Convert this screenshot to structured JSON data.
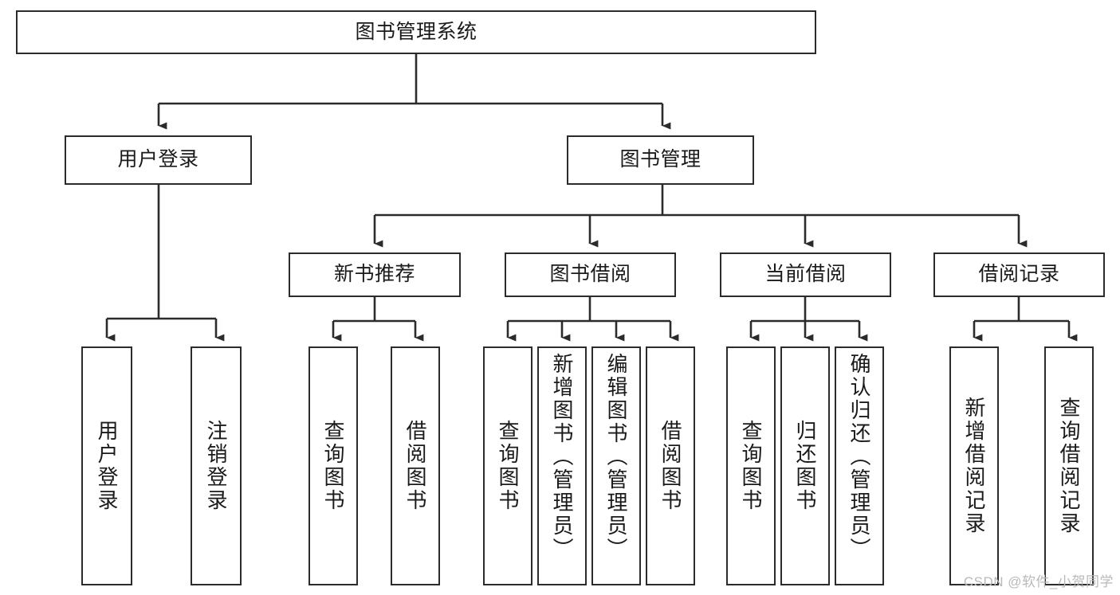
{
  "diagram": {
    "type": "tree-hierarchy",
    "title": "图书管理系统",
    "watermark": "CSDN @软件_小贺同学",
    "colors": {
      "box_border": "#2b2b2b",
      "box_fill": "#ffffff",
      "connector": "#2b2b2b",
      "text": "#1a1a1a",
      "watermark": "#b9b9b9",
      "background": "#ffffff"
    },
    "levels": {
      "root": {
        "label": "图书管理系统"
      },
      "level2": [
        {
          "label": "用户登录"
        },
        {
          "label": "图书管理"
        }
      ],
      "level3": [
        {
          "label": "新书推荐"
        },
        {
          "label": "图书借阅"
        },
        {
          "label": "当前借阅"
        },
        {
          "label": "借阅记录"
        }
      ],
      "leaves": {
        "user_login": [
          {
            "label": "用户登录"
          },
          {
            "label": "注销登录"
          }
        ],
        "new_book_recommend": [
          {
            "label": "查询图书"
          },
          {
            "label": "借阅图书"
          }
        ],
        "book_borrow": [
          {
            "label": "查询图书"
          },
          {
            "label": "新增图书（管理员）"
          },
          {
            "label": "编辑图书（管理员）"
          },
          {
            "label": "借阅图书"
          }
        ],
        "current_borrow": [
          {
            "label": "查询图书"
          },
          {
            "label": "归还图书"
          },
          {
            "label": "确认归还（管理员）"
          }
        ],
        "borrow_records": [
          {
            "label": "新增借阅记录"
          },
          {
            "label": "查询借阅记录"
          }
        ]
      }
    }
  }
}
